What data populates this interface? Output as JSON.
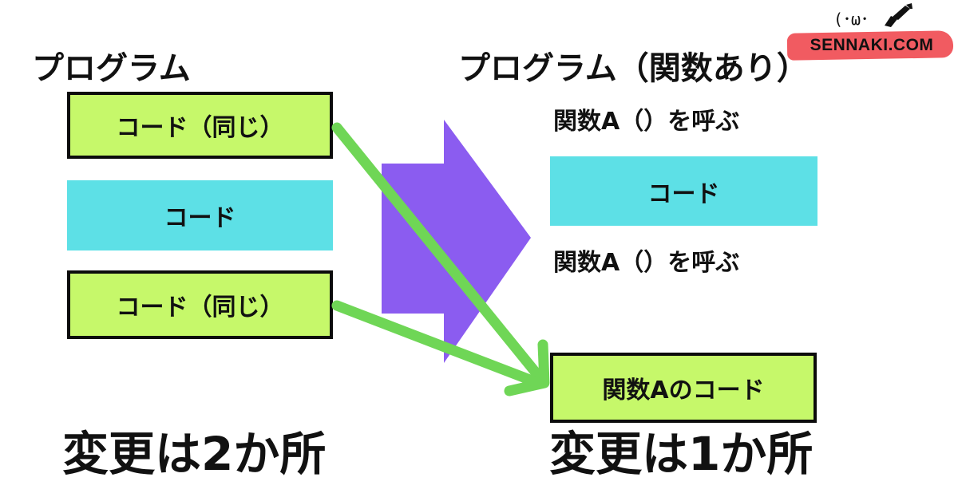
{
  "left": {
    "title": "プログラム",
    "boxes": [
      "コード（同じ）",
      "コード",
      "コード（同じ）"
    ],
    "result": "変更は2か所"
  },
  "right": {
    "title": "プログラム（関数あり）",
    "call_1": "関数A（）を呼ぶ",
    "code_box": "コード",
    "call_2": "関数A（）を呼ぶ",
    "function_box": "関数Aのコード",
    "result": "変更は1か所"
  },
  "watermark": {
    "face": "(･ω･",
    "site": "SENNAKI.COM"
  },
  "colors": {
    "green_box": "#c6f86a",
    "cyan_box": "#5de0e6",
    "purple_arrow": "#8b5cf0",
    "green_arrow": "#6fd656",
    "brush": "#f15b61"
  }
}
